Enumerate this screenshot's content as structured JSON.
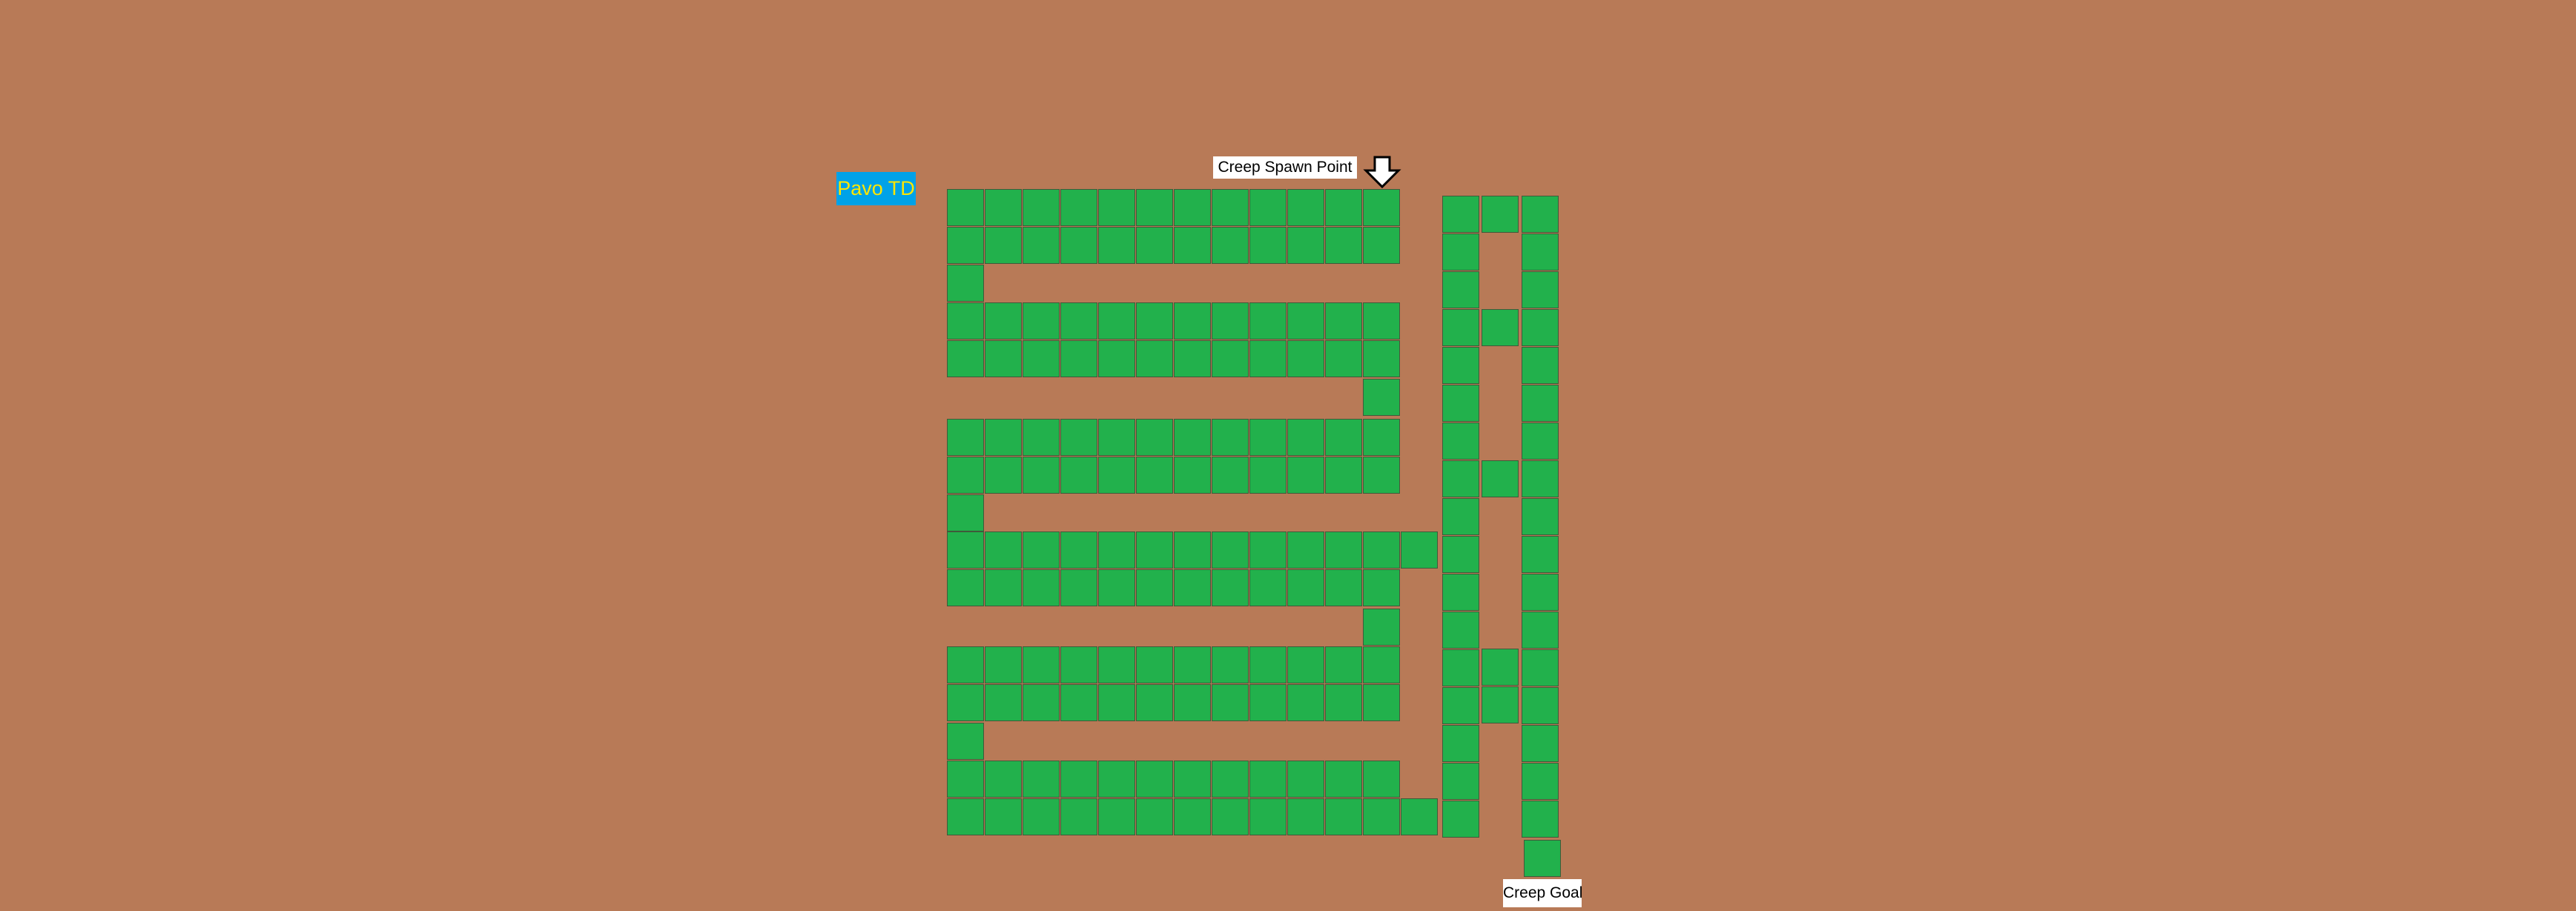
{
  "title": "Pavo TD",
  "spawn_label": "Creep Spawn Point",
  "goal_label": "Creep Goal",
  "colors": {
    "background": "#b87a57",
    "path_tile": "#22b14c",
    "title_bg": "#00a2e8",
    "title_text": "#ffe600"
  },
  "icons": {
    "spawn_marker": "down-arrow-icon"
  }
}
